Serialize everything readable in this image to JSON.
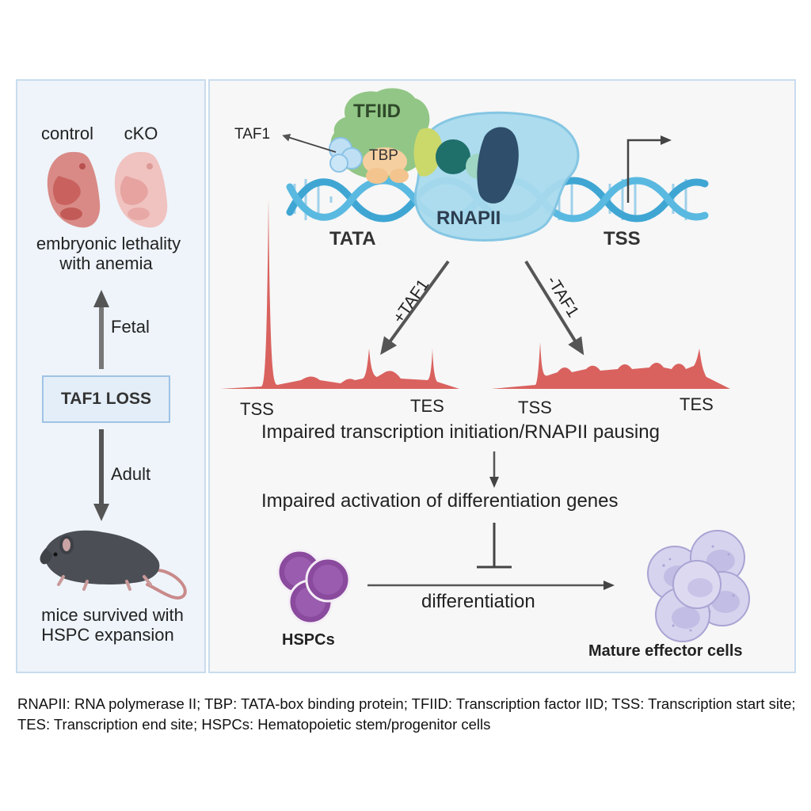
{
  "left": {
    "control_label": "control",
    "cko_label": "cKO",
    "fetal_line1": "embryonic lethality",
    "fetal_line2": "with anemia",
    "fetal_arrow_label": "Fetal",
    "center_box": "TAF1 LOSS",
    "adult_arrow_label": "Adult",
    "adult_line1": "mice survived with",
    "adult_line2": "HSPC expansion"
  },
  "complex": {
    "tfiid": "TFIID",
    "taf1": "TAF1",
    "tbp": "TBP",
    "rnapii": "RNAPII",
    "tata": "TATA",
    "tss": "TSS"
  },
  "tracks": {
    "plus_label": "+TAF1",
    "minus_label": "-TAF1",
    "left_tss": "TSS",
    "left_tes": "TES",
    "right_tss": "TSS",
    "right_tes": "TES"
  },
  "flow": {
    "step1": "Impaired transcription initiation/RNAPII pausing",
    "step2": "Impaired  activation of  differentiation genes",
    "hspcs": "HSPCs",
    "differentiation": "differentiation",
    "mature": "Mature effector cells"
  },
  "footnote": "RNAPII: RNA polymerase II; TBP: TATA-box binding protein; TFIID: Transcription factor IID; TSS: Transcription start site; TES: Transcription end site; HSPCs: Hematopoietic stem/progenitor cells",
  "colors": {
    "panel_border": "#c9dced",
    "dna_blue": "#3fa6d3",
    "track_red": "#d9625f",
    "arrow_gray": "#555555",
    "hspc_purple": "#8a4a9e",
    "mature_lavender": "#c9c6e8"
  }
}
